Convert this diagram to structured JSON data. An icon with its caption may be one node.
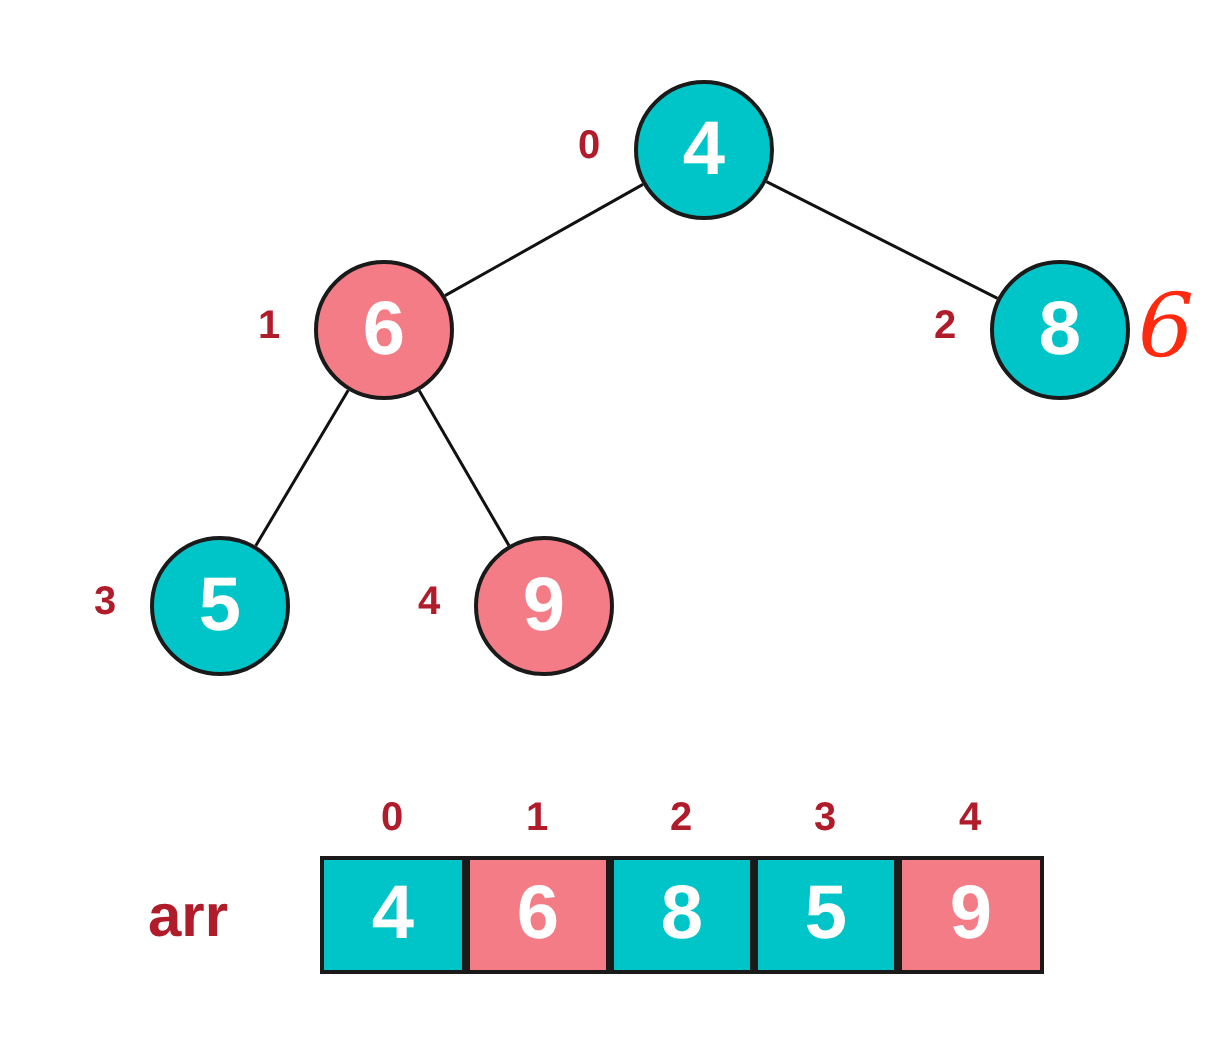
{
  "diagram": {
    "nodes": [
      {
        "text": [
          "4"
        ],
        "beside": [
          "0"
        ]
      },
      {
        "text": [
          "6"
        ],
        "beside": [
          "1"
        ]
      },
      {
        "text": [
          "8"
        ],
        "beside": [
          "2",
          "6"
        ]
      },
      {
        "text": [
          "5"
        ],
        "beside": [
          "3"
        ]
      },
      {
        "text": [
          "9"
        ],
        "beside": [
          "4"
        ]
      },
      {
        "text": [
          "4"
        ],
        "beside": [
          "0"
        ]
      },
      {
        "text": [
          "6"
        ],
        "beside": [
          "1"
        ]
      },
      {
        "text": [
          "8"
        ],
        "beside": [
          "2"
        ]
      },
      {
        "text": [
          "5"
        ],
        "beside": [
          "3"
        ]
      },
      {
        "text": [
          "9"
        ],
        "beside": [
          "4"
        ]
      }
    ],
    "edges": [
      {
        "from": 0,
        "to": 1,
        "arrow": "none"
      },
      {
        "from": 0,
        "to": 2,
        "arrow": "none"
      },
      {
        "from": 1,
        "to": 3,
        "arrow": "none"
      },
      {
        "from": 1,
        "to": 4,
        "arrow": "none"
      }
    ],
    "labels": [
      "arr"
    ]
  }
}
